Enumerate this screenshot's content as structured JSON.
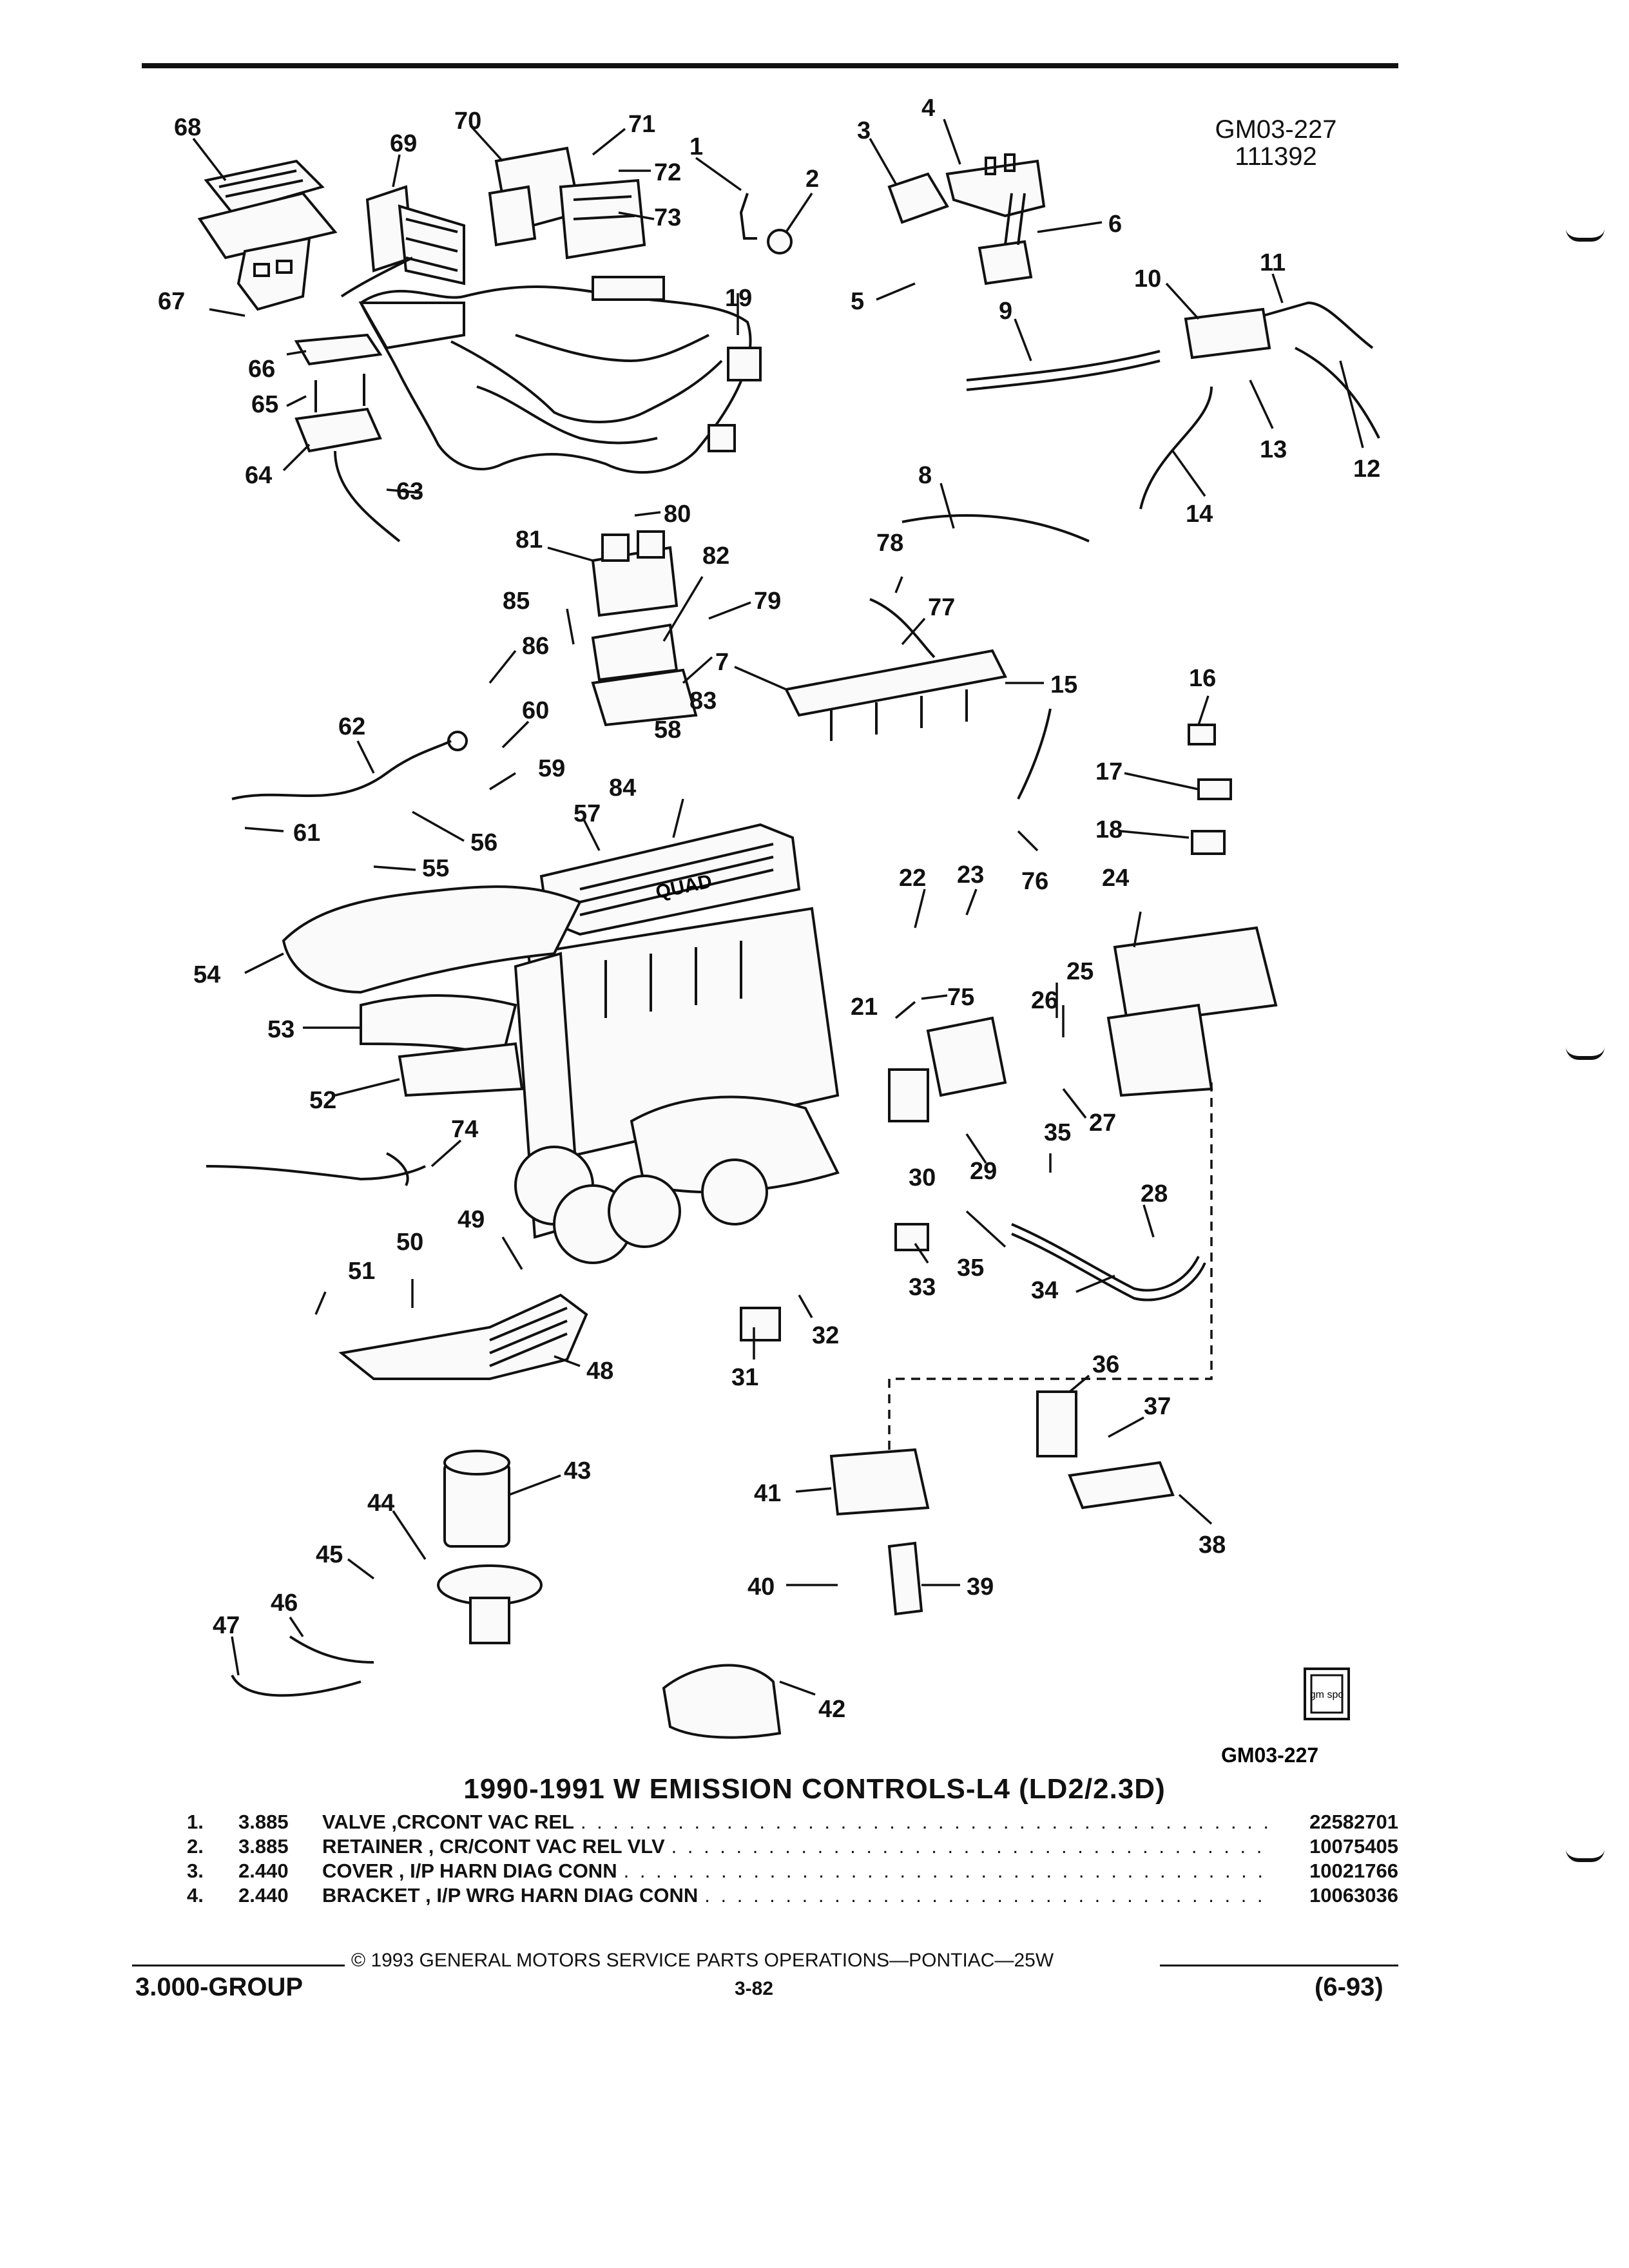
{
  "header": {
    "code": "GM03-227",
    "date_code": "111392"
  },
  "diagram": {
    "callouts": [
      "1",
      "2",
      "3",
      "4",
      "5",
      "6",
      "7",
      "8",
      "9",
      "10",
      "11",
      "12",
      "13",
      "14",
      "15",
      "16",
      "17",
      "18",
      "19",
      "21",
      "22",
      "23",
      "24",
      "25",
      "26",
      "27",
      "28",
      "29",
      "30",
      "31",
      "32",
      "33",
      "34",
      "35",
      "36",
      "37",
      "38",
      "39",
      "40",
      "41",
      "42",
      "43",
      "44",
      "45",
      "46",
      "47",
      "48",
      "49",
      "50",
      "51",
      "52",
      "53",
      "54",
      "55",
      "56",
      "57",
      "58",
      "59",
      "60",
      "61",
      "62",
      "63",
      "64",
      "65",
      "66",
      "67",
      "68",
      "69",
      "70",
      "71",
      "72",
      "73",
      "74",
      "75",
      "76",
      "77",
      "78",
      "79",
      "80",
      "81",
      "82",
      "83",
      "84",
      "85",
      "86"
    ],
    "footer_code": "GM03-227",
    "logo_text": "gm spo",
    "engine_badge": "QUAD"
  },
  "section_title": "1990-1991 W EMISSION CONTROLS-L4 (LD2/2.3D)",
  "parts": [
    {
      "num": "1.",
      "group": "3.885",
      "desc": "VALVE ,CRCONT VAC REL",
      "part_no": "22582701"
    },
    {
      "num": "2.",
      "group": "3.885",
      "desc": "RETAINER , CR/CONT VAC REL VLV",
      "part_no": "10075405"
    },
    {
      "num": "3.",
      "group": "2.440",
      "desc": "COVER , I/P HARN DIAG CONN",
      "part_no": "10021766"
    },
    {
      "num": "4.",
      "group": "2.440",
      "desc": "BRACKET , I/P WRG HARN DIAG CONN",
      "part_no": "10063036"
    }
  ],
  "footer": {
    "copyright": "© 1993 GENERAL MOTORS SERVICE PARTS OPERATIONS—PONTIAC—25W",
    "group": "3.000-GROUP",
    "page": "3-82",
    "revision": "(6-93)"
  }
}
